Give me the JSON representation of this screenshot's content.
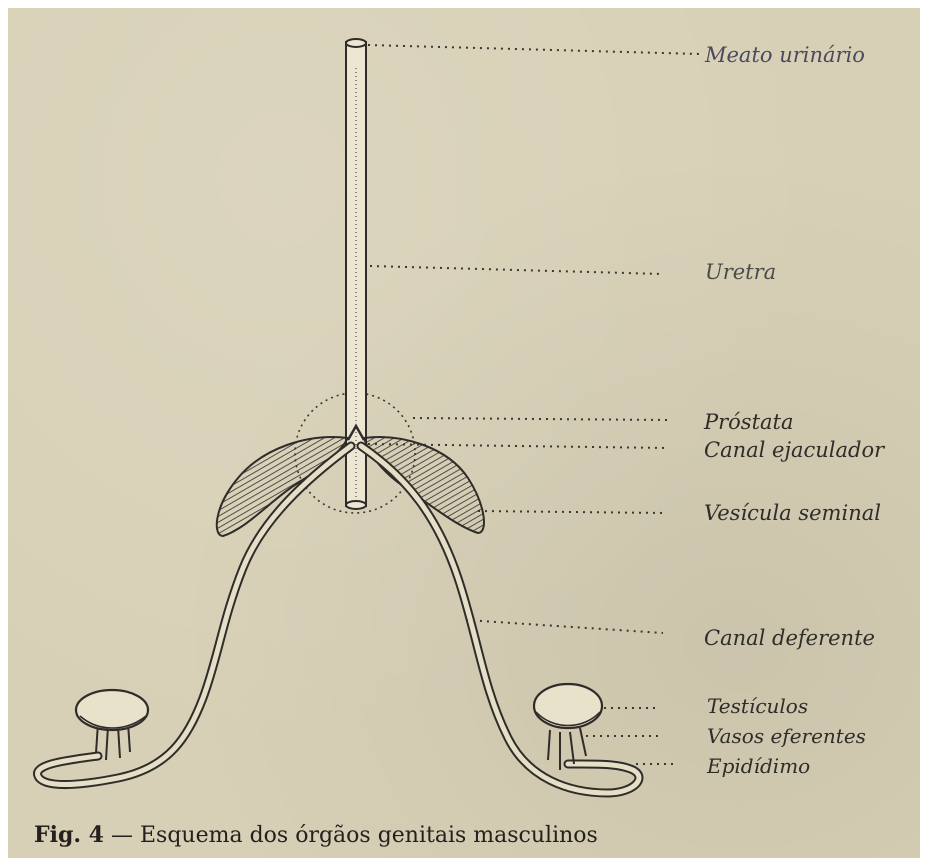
{
  "labels": {
    "meato_urinario": "Meato urinário",
    "uretra": "Uretra",
    "prostata": "Próstata",
    "canal_ejaculador": "Canal ejaculador",
    "vesicula_seminal": "Vesícula seminal",
    "canal_deferente": "Canal deferente",
    "testiculos": "Testículos",
    "vasos_eferentes": "Vasos eferentes",
    "epididimo": "Epidídimo"
  },
  "caption": {
    "figure_number": "Fig. 4",
    "dash": " — ",
    "text": "Esquema dos órgãos genitais masculinos"
  },
  "colors": {
    "paper": "#d8d0b6",
    "ink": "#2f2c2a"
  }
}
